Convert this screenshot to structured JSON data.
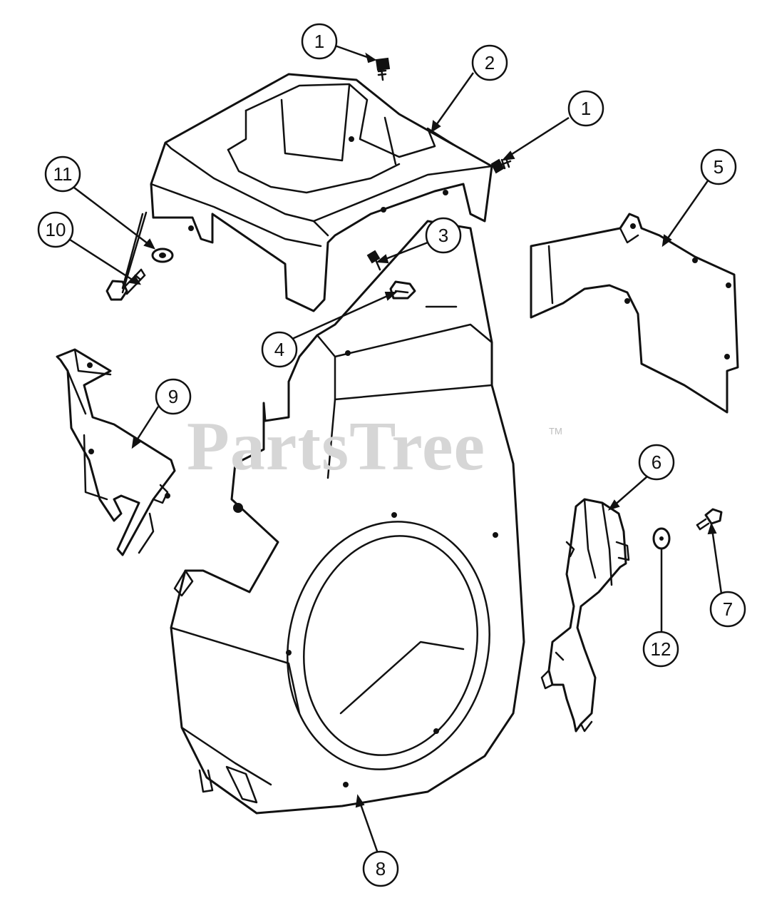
{
  "watermark": {
    "text": "PartsTree",
    "trademark": "TM"
  },
  "callouts": [
    {
      "id": "c1a",
      "label": "1"
    },
    {
      "id": "c2",
      "label": "2"
    },
    {
      "id": "c1b",
      "label": "1"
    },
    {
      "id": "c11",
      "label": "11"
    },
    {
      "id": "c10",
      "label": "10"
    },
    {
      "id": "c3",
      "label": "3"
    },
    {
      "id": "c5",
      "label": "5"
    },
    {
      "id": "c4",
      "label": "4"
    },
    {
      "id": "c9",
      "label": "9"
    },
    {
      "id": "c6",
      "label": "6"
    },
    {
      "id": "c12",
      "label": "12"
    },
    {
      "id": "c7",
      "label": "7"
    },
    {
      "id": "c8",
      "label": "8"
    }
  ],
  "colors": {
    "line": "#111111",
    "background": "#ffffff",
    "watermark": "#d6d6d6"
  }
}
